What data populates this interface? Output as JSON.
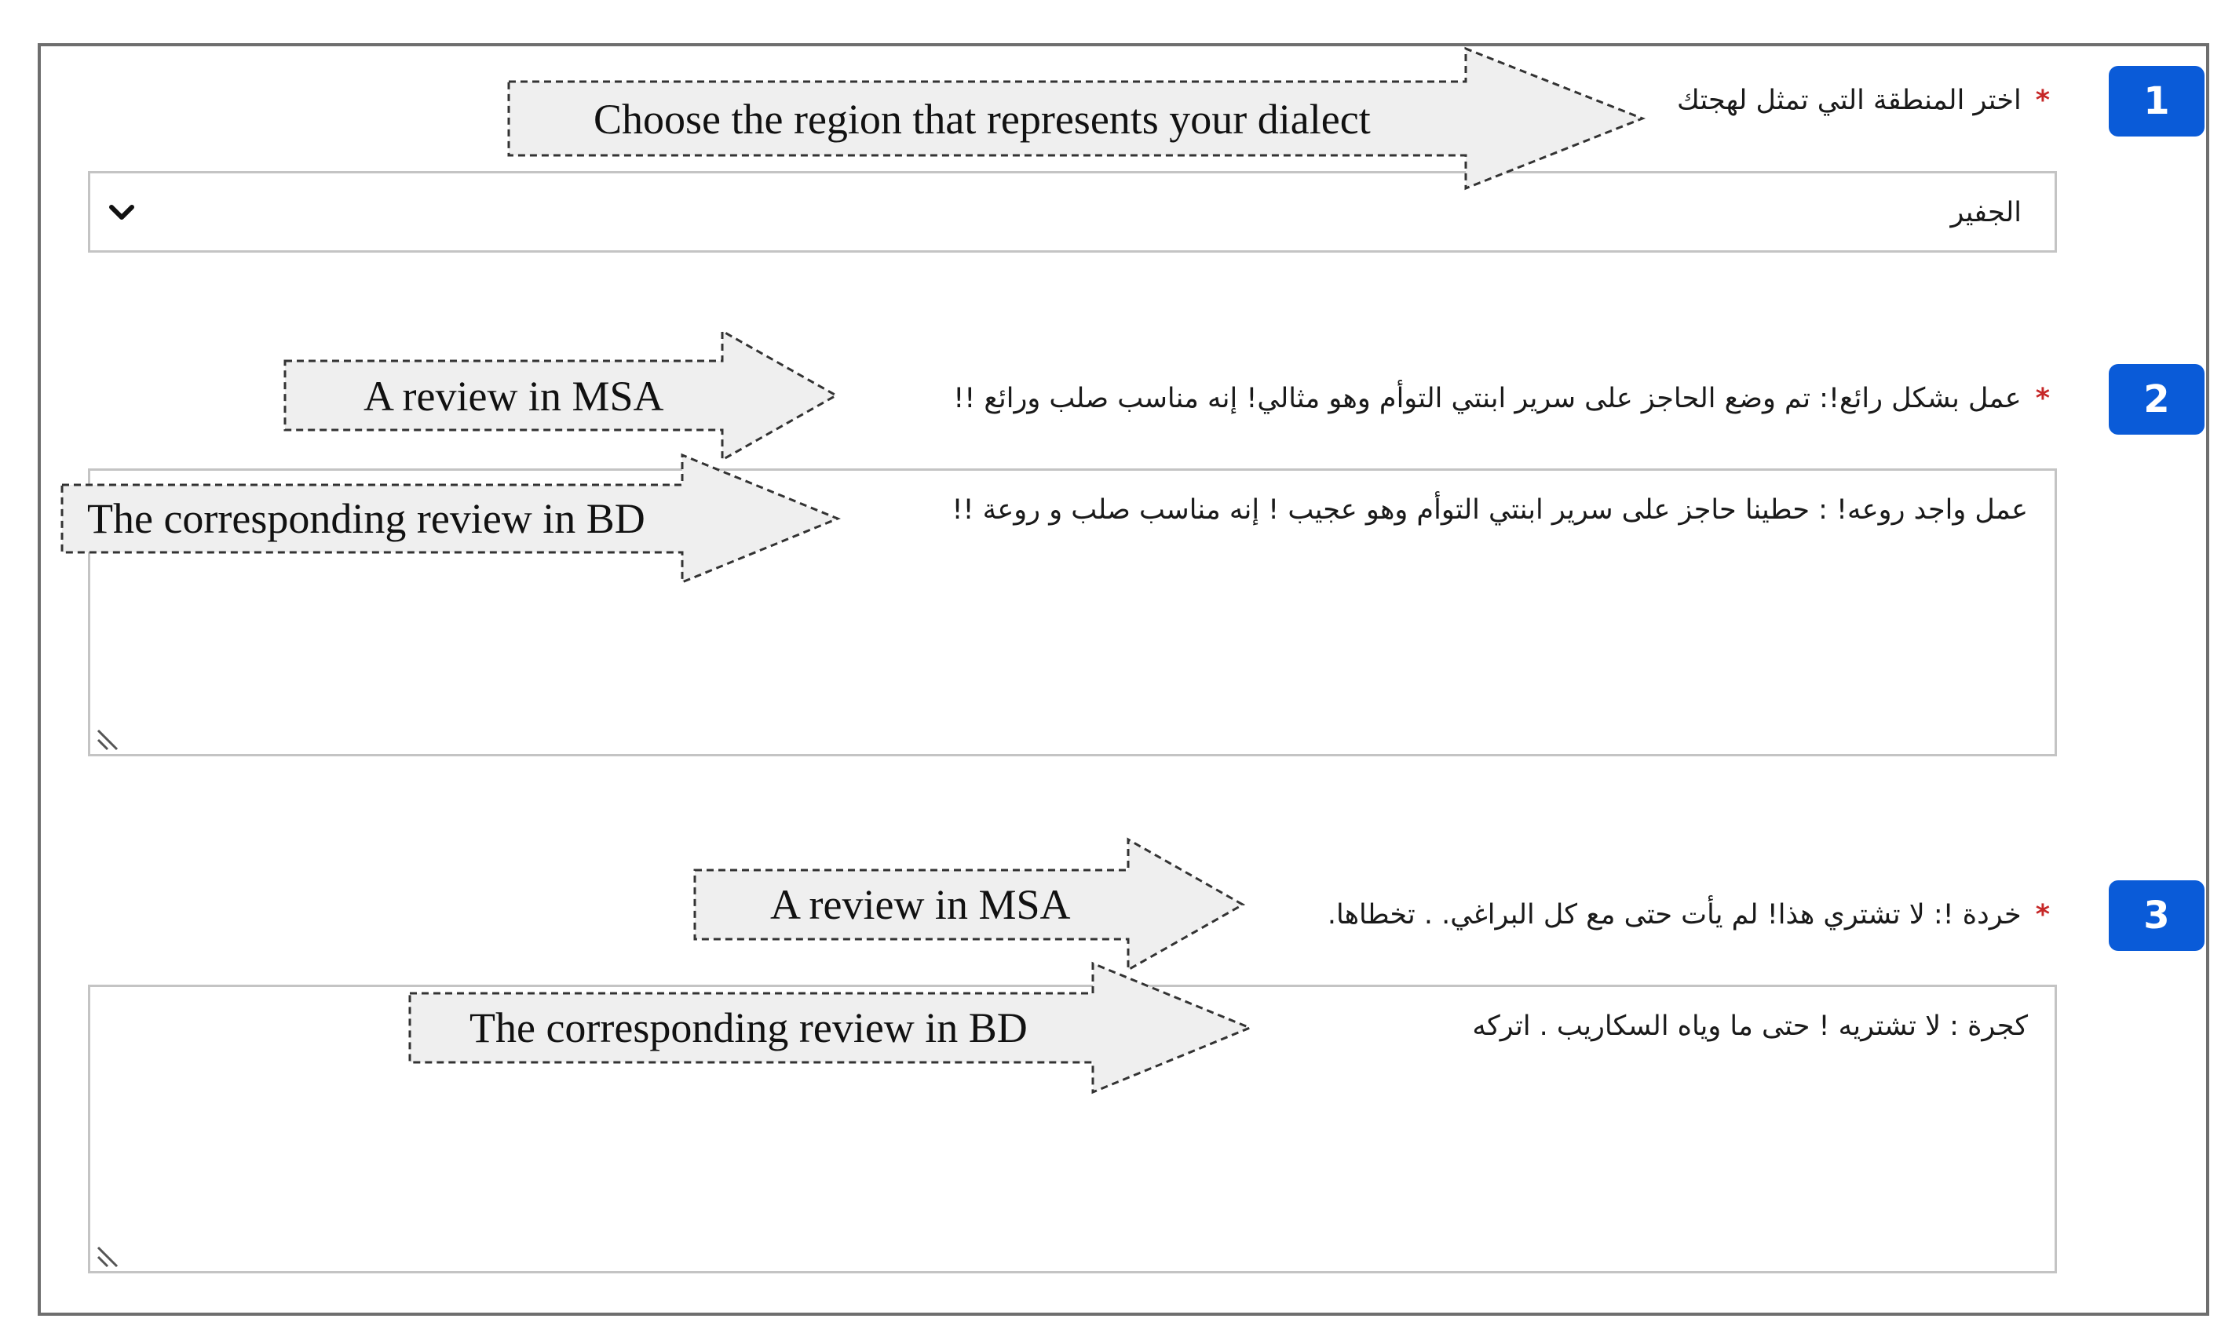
{
  "questions": [
    {
      "number": "1",
      "required_marker": "*",
      "label": "اختر المنطقة التي تمثل لهجتك",
      "field": {
        "type": "select",
        "value": "الجفير",
        "icon": "chevron-down-icon"
      }
    },
    {
      "number": "2",
      "required_marker": "*",
      "label": "عمل بشكل رائع!: تم وضع الحاجز على سرير ابنتي التوأم وهو مثالي! إنه مناسب صلب ورائع !!",
      "field": {
        "type": "textarea",
        "value": "عمل واجد روعه! : حطينا حاجز على سرير ابنتي التوأم وهو عجيب ! إنه مناسب صلب و روعة !!",
        "icon": "resize-grip-icon"
      }
    },
    {
      "number": "3",
      "required_marker": "*",
      "label": "خردة !: لا تشتري هذا! لم يأت حتى مع كل البراغي. . تخطاها.",
      "field": {
        "type": "textarea",
        "value": "كجرة : لا تشتريه ! حتى ما وياه السكاريب . اتركه",
        "icon": "resize-grip-icon"
      }
    }
  ],
  "annotations": [
    {
      "text": "Choose the region that represents your dialect",
      "icon": "arrow-right-icon"
    },
    {
      "text": "A review in MSA",
      "icon": "arrow-right-icon"
    },
    {
      "text": "The corresponding  review in BD",
      "icon": "arrow-right-icon"
    },
    {
      "text": "A review in MSA",
      "icon": "arrow-right-icon"
    },
    {
      "text": "The corresponding  review in BD",
      "icon": "arrow-right-icon"
    }
  ],
  "colors": {
    "badge": "#0a5bd8",
    "required": "#c62828",
    "border": "#c4c4c4",
    "frame": "#6e6e6e",
    "callout_fill": "#efefef"
  }
}
